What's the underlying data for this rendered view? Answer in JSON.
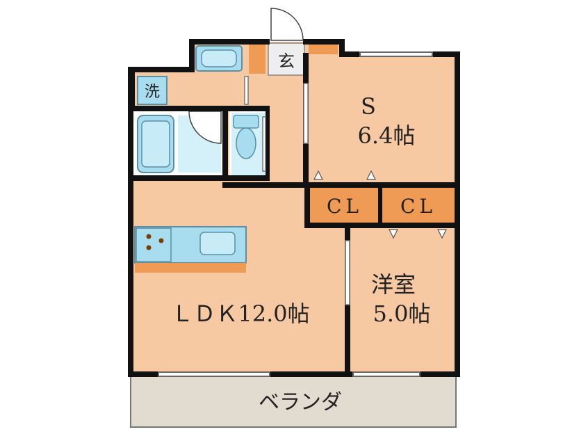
{
  "rooms": {
    "service_room": {
      "name": "S",
      "size": "6.4帖"
    },
    "closet_1": {
      "name": "CL"
    },
    "closet_2": {
      "name": "CL"
    },
    "western_room": {
      "name": "洋室",
      "size": "5.0帖"
    },
    "ldk": {
      "name": "ＬＤＫ12.0帖"
    },
    "entrance": {
      "name": "玄"
    },
    "laundry": {
      "name": "洗"
    },
    "balcony": {
      "name": "ベランダ"
    }
  },
  "colors": {
    "floor": "#f6c9a3",
    "closet": "#ef9a55",
    "fixture": "#a8dcef",
    "fixture_stroke": "#5a8fa8",
    "wall": "#111111",
    "balcony": "#e2dbd0",
    "counter": "#ef9a55"
  }
}
